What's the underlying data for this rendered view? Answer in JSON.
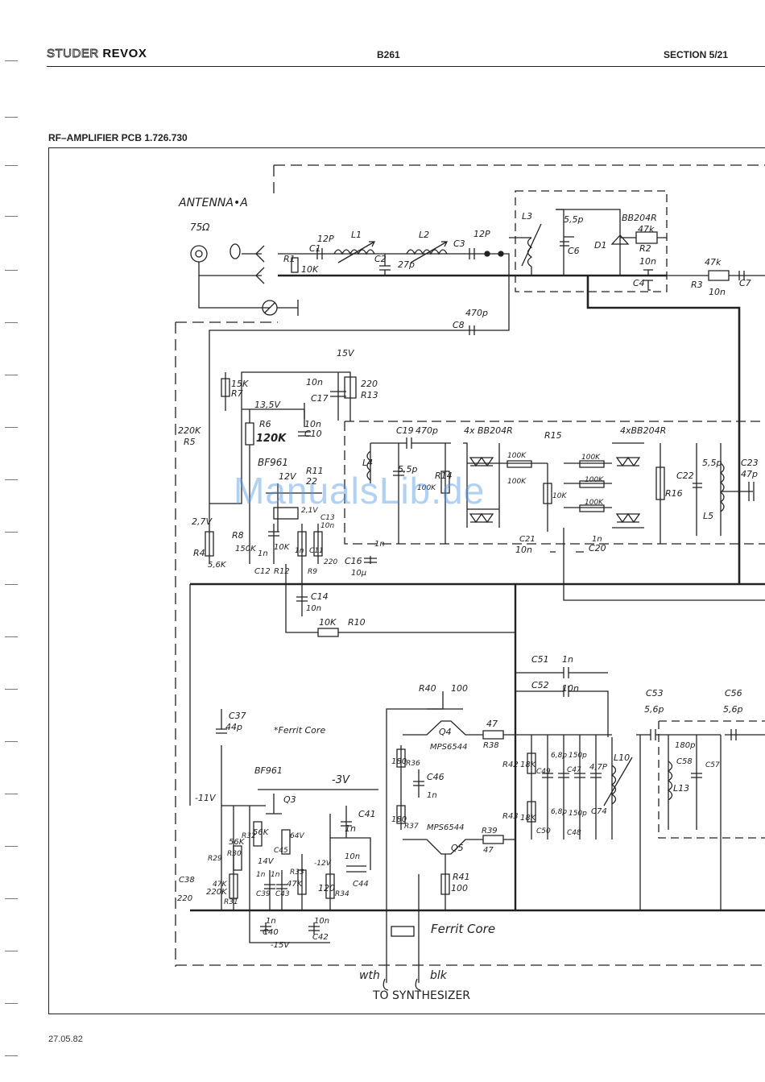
{
  "header": {
    "brand_studer": "STUDER",
    "brand_revox": "REVOX",
    "model": "B261",
    "section": "SECTION 5/21"
  },
  "pcb_title": "RF–AMPLIFIER PCB   1.726.730",
  "footer_date": "27.05.82",
  "watermark": "ManualsLib.de",
  "schematic": {
    "antenna_label": "ANTENNA•A",
    "impedance": "75Ω",
    "labels": [
      "C1",
      "12P",
      "L1",
      "L2",
      "C3",
      "12P",
      "C2",
      "27p",
      "R1",
      "10K",
      "L3",
      "5,5p",
      "C6",
      "D1",
      "BB204R",
      "47k",
      "R2",
      "10n",
      "C4",
      "47k",
      "R3",
      "10n",
      "C7",
      "470p",
      "C8",
      "15V",
      "15K",
      "R7",
      "10n",
      "C17",
      "220",
      "R13",
      "13,5V",
      "R6",
      "120K",
      "10n",
      "C10",
      "220K",
      "R5",
      "C19",
      "470p",
      "4x BB204R",
      "R15",
      "4xBB204R",
      "L4",
      "5,5p",
      "R14",
      "100K",
      "100K",
      "100K",
      "10K",
      "100K",
      "100K",
      "100K",
      "R16",
      "C22",
      "5,5p",
      "L5",
      "C23",
      "47p",
      "BF961",
      "12V",
      "R11",
      "22",
      "2,1V",
      "C13",
      "10n",
      "2,7V",
      "R8",
      "150K",
      "R4",
      "5,6K",
      "1n",
      "C12",
      "10K",
      "R12",
      "1n",
      "C11",
      "R9",
      "220",
      "C16",
      "10µ",
      "1n",
      "C21",
      "10n",
      "1n",
      "C20",
      "C14",
      "10n",
      "10K",
      "R10",
      "C51",
      "1n",
      "C52",
      "10n",
      "R40",
      "100",
      "C53",
      "5,6p",
      "C56",
      "5,6p",
      "C37",
      "44p",
      "*Ferrit Core",
      "Q4",
      "47",
      "R38",
      "MPS6544",
      "R36",
      "180",
      "C46",
      "1n",
      "R42",
      "18K",
      "C49",
      "6,8p",
      "C47",
      "150p",
      "4,7P",
      "C74",
      "L10",
      "180p",
      "C58",
      "L13",
      "C57",
      "BF961",
      "Q3",
      "-3V",
      "C41",
      "1n",
      "-11V",
      "R32",
      "56K",
      "R30",
      "56K",
      "64V",
      "C45",
      "R29",
      "220K",
      "C38",
      "220",
      "14V",
      "1n",
      "1n",
      "C39",
      "C43",
      "R33",
      "47K",
      "-12V",
      "120",
      "R34",
      "10n",
      "C44",
      "R31",
      "47K",
      "R37",
      "180",
      "MPS6544",
      "Q5",
      "R39",
      "47",
      "R43",
      "18K",
      "C50",
      "6,8p",
      "C48",
      "150p",
      "R41",
      "100",
      "1n",
      "C40",
      "10n",
      "C42",
      "-15V",
      "Ferrit Core",
      "wth",
      "blk",
      "TO SYNTHESIZER"
    ]
  }
}
